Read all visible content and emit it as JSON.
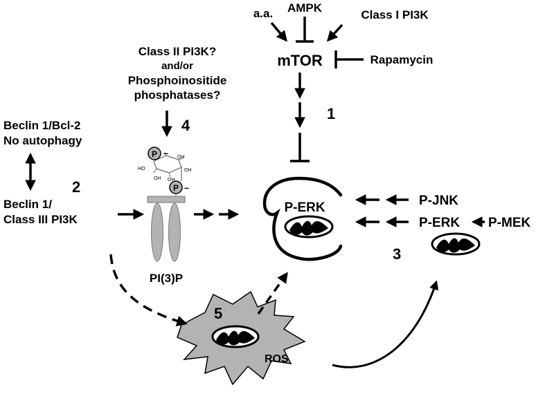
{
  "regulators": {
    "aa": "a.a.",
    "ampk": "AMPK",
    "class1_pi3k": "Class I PI3K",
    "mtor": "mTOR",
    "rapamycin": "Rapamycin"
  },
  "class2": {
    "line1": "Class II PI3K?",
    "line2": "and/or",
    "line3": "Phosphoinositide",
    "line4": "phosphatases?"
  },
  "beclin_bcl2": {
    "line1": "Beclin 1/Bcl-2",
    "line2": "No autophagy"
  },
  "beclin_class3": {
    "line1": "Beclin 1/",
    "line2": "Class III PI3K"
  },
  "lipid": {
    "p_top": "P",
    "p_bottom": "P",
    "minus": "–",
    "oh": "OH",
    "ho": "HO",
    "name": "PI(3)P"
  },
  "autophagosome": {
    "perk": "P-ERK"
  },
  "right_side": {
    "pjnk": "P-JNK",
    "perk": "P-ERK",
    "pmek": "P-MEK"
  },
  "ros": {
    "label": "ROS"
  },
  "steps": {
    "s1": "1",
    "s2": "2",
    "s3": "3",
    "s4": "4",
    "s5": "5"
  },
  "colors": {
    "ink": "#000000",
    "gray": "#b3b3b3",
    "background": "#ffffff"
  }
}
